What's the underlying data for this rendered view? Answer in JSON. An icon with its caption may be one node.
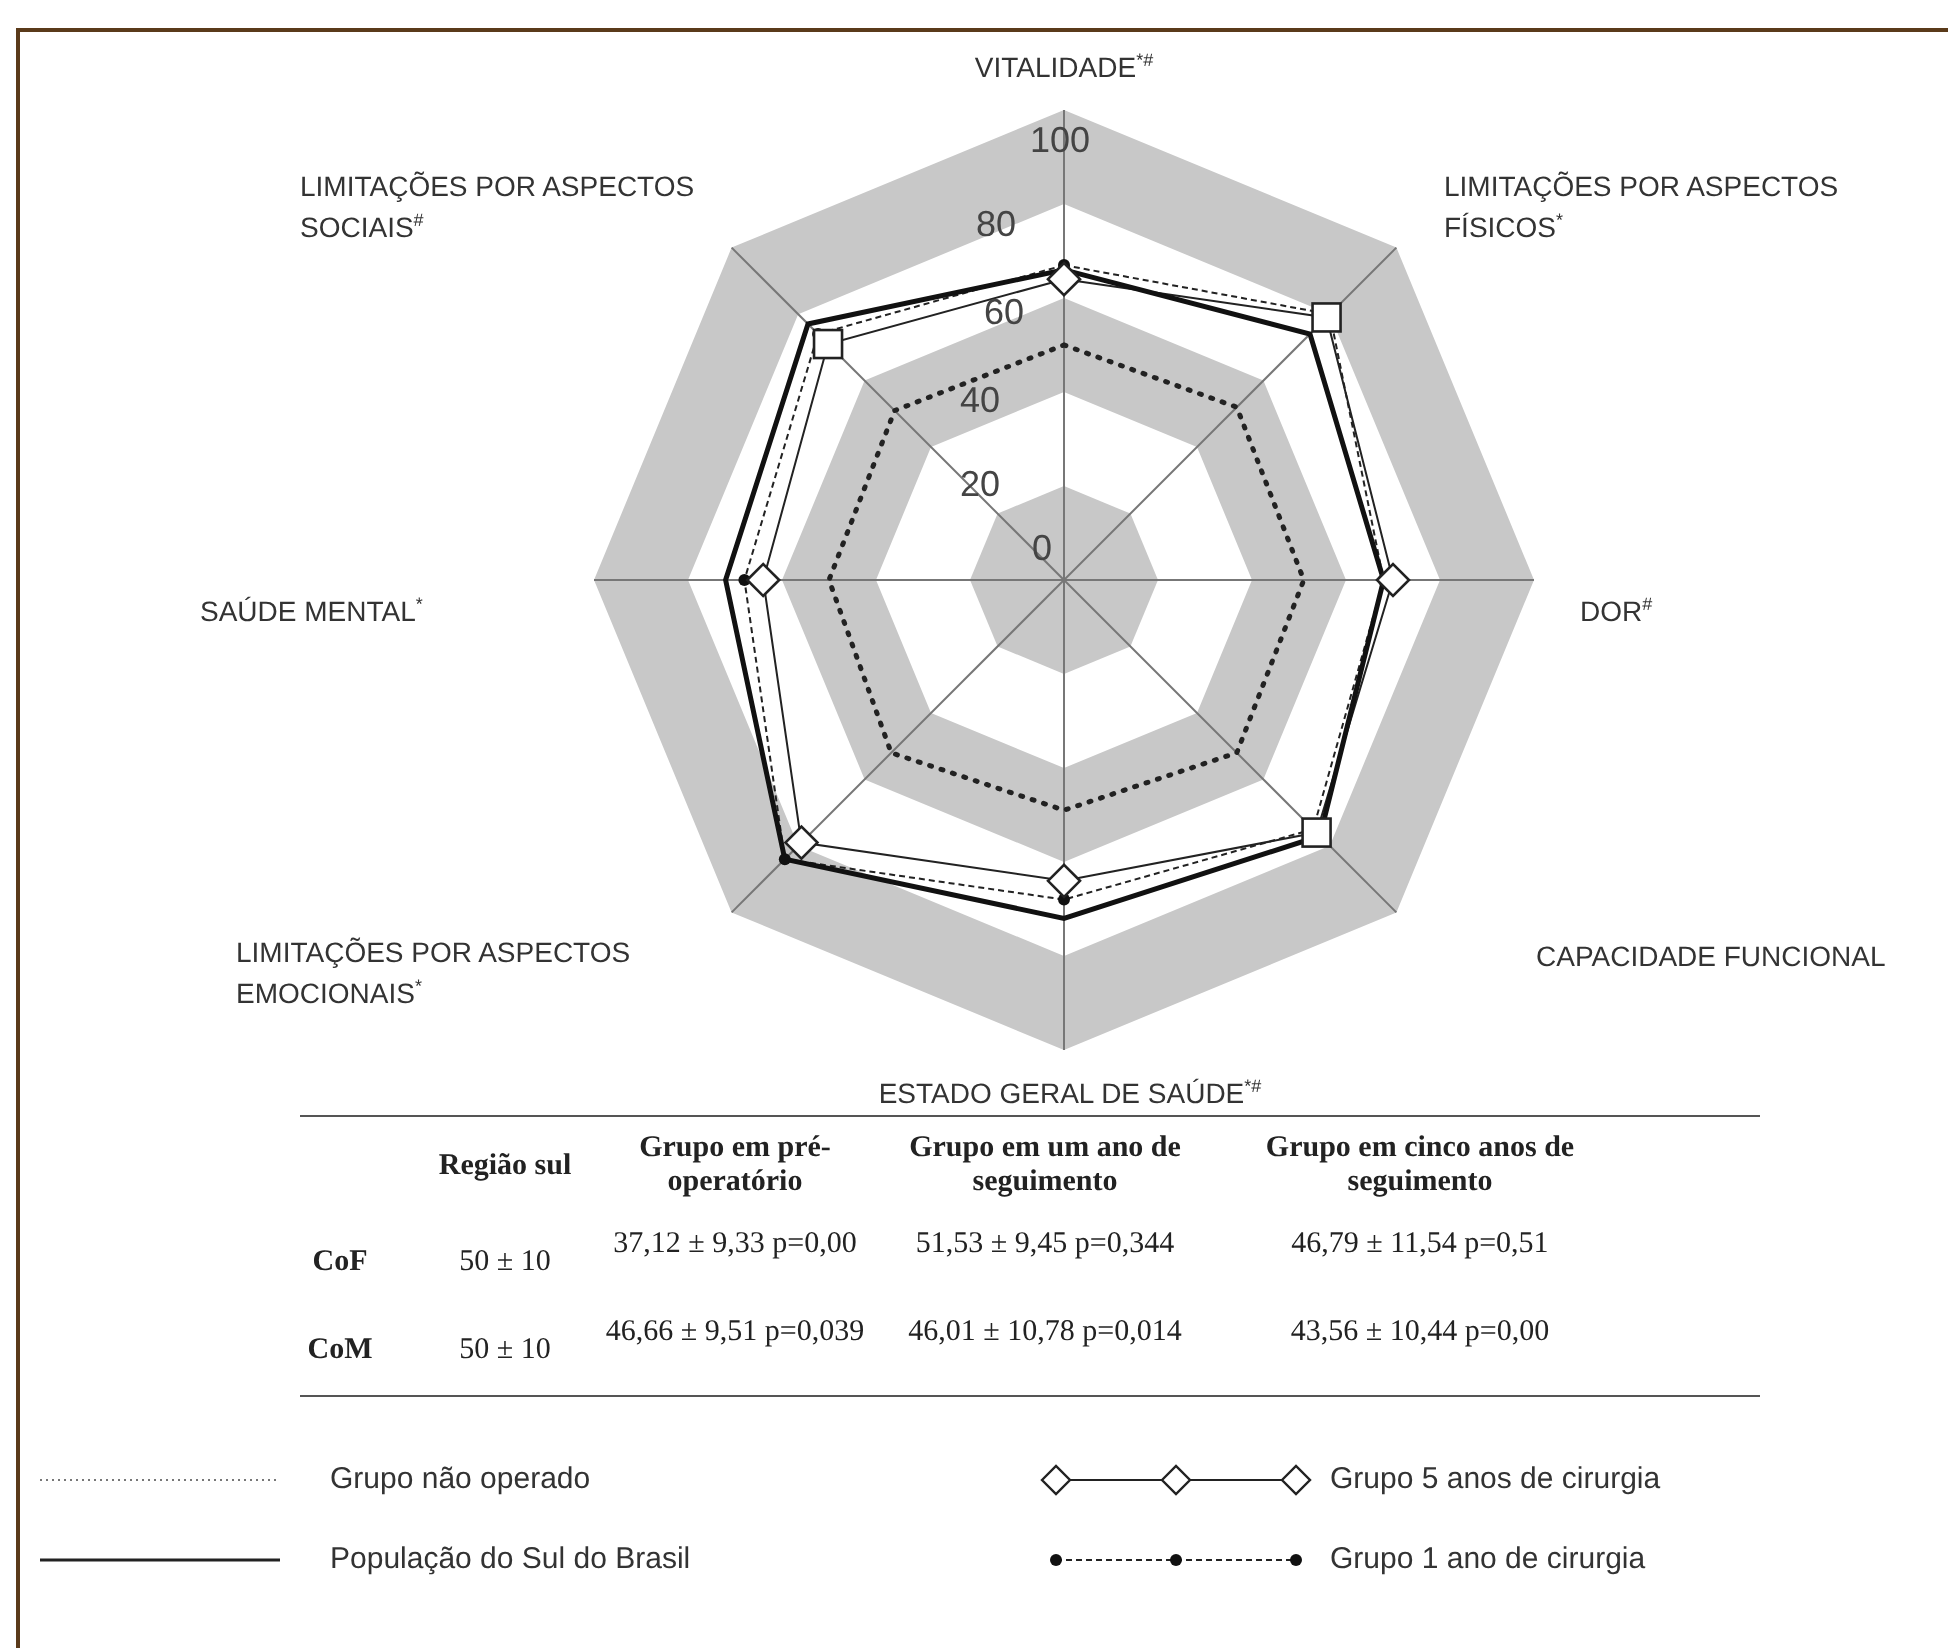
{
  "diagram": {
    "labels": [
      "VITALIDADE$^{*#}$",
      "100",
      "LIMITAÇÕES POR ASPECTOS SOCIAIS$^{#}$",
      "80",
      "LIMITAÇÕES POR ASPECTOS FÍSICOS$^{*}$",
      "60",
      "40",
      "20",
      "0",
      "SAÚDE MENTAL$^{*}$",
      "DOR$^{#}$",
      "LIMITAÇÕES POR ASPECTOS EMOCIONAIS$^{*}$",
      "CAPACIDADE FUNCIONAL",
      "ESTADO GERAL DE SAÚDE$^{*#}$",
      "Região sul",
      "Grupo em pré-operatório",
      "Grupo em um ano de seguimento",
      "Grupo em cinco anos de seguimento",
      "CoF",
      "50 ± 10",
      "37,12 ± 9,33 p=0,00",
      "51,53 ± 9,45 p=0,344",
      "46,79 ± 11,54 p=0,51",
      "CoM",
      "50 ± 10",
      "46,66 ± 9,51 p=0,039",
      "46,01 ± 10,78 p=0,014",
      "43,56 ± 10,44 p=0,00"
    ],
    "legend": [
      {
        "text": "Grupo não operado"
      },
      {
        "text": "Grupo 5 anos de cirurgia"
      },
      {
        "text": "População do Sul do Brasil"
      },
      {
        "text": "Grupo 1 ano de cirurgia"
      }
    ]
  }
}
